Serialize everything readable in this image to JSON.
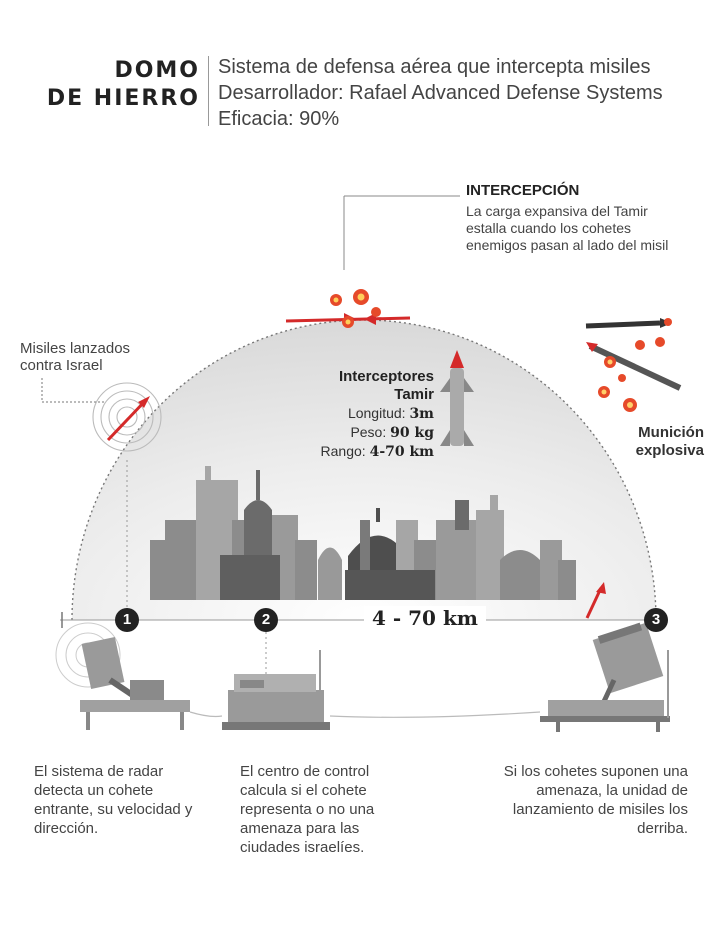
{
  "header": {
    "title_line1": "DOMO",
    "title_line2": "DE HIERRO",
    "info": [
      "Sistema de defensa aérea que intercepta misiles",
      "Desarrollador: Rafael Advanced Defense Systems",
      "Eficacia: 90%"
    ]
  },
  "interception": {
    "title": "INTERCEPCIÓN",
    "text": "La carga expansiva del Tamir estalla cuando los cohetes enemigos pasan al lado del misil"
  },
  "missiles_label": "Misiles lanzados contra Israel",
  "tamir": {
    "title_line1": "Interceptores",
    "title_line2": "Tamir",
    "specs": [
      {
        "label": "Longitud:",
        "value": "3m"
      },
      {
        "label": "Peso:",
        "value": "90 kg"
      },
      {
        "label": "Rango:",
        "value": "4-70 km"
      }
    ]
  },
  "munition": {
    "line1": "Munición",
    "line2": "explosiva"
  },
  "range_label": "4 - 70 km",
  "steps": [
    {
      "number": "1",
      "text": "El sistema de radar detecta un cohete entrante, su velocidad y dirección."
    },
    {
      "number": "2",
      "text": "El centro de control calcula si el cohete representa o no una amenaza para las ciudades israelíes."
    },
    {
      "number": "3",
      "text": "Si los cohetes suponen una amenaza, la unidad de lanzamiento de misiles los derriba."
    }
  ],
  "colors": {
    "accent": "#d42a2a",
    "dark": "#222222",
    "gray": "#8a8a8a",
    "dome": "#e2e2e2"
  }
}
